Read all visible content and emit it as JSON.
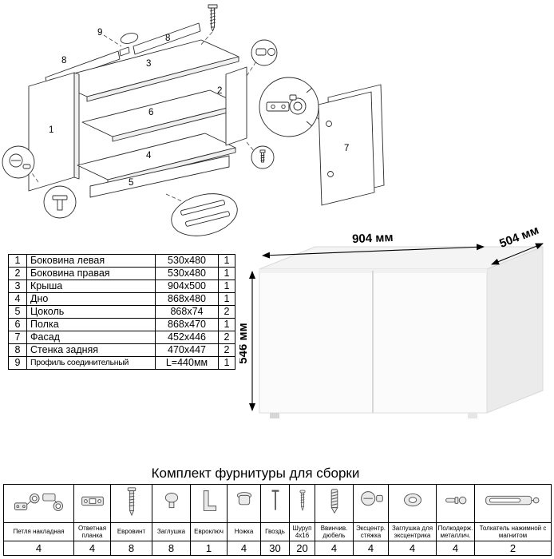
{
  "exploded": {
    "labels": {
      "l1": "1",
      "l2": "2",
      "l3": "3",
      "l4": "4",
      "l5": "5",
      "l6": "6",
      "l7": "7",
      "l8a": "8",
      "l8b": "8",
      "l9": "9"
    }
  },
  "parts_table": {
    "rows": [
      {
        "num": "1",
        "name": "Боковина левая",
        "size": "530x480",
        "qty": "1"
      },
      {
        "num": "2",
        "name": "Боковина правая",
        "size": "530x480",
        "qty": "1"
      },
      {
        "num": "3",
        "name": "Крыша",
        "size": "904x500",
        "qty": "1"
      },
      {
        "num": "4",
        "name": "Дно",
        "size": "868x480",
        "qty": "1"
      },
      {
        "num": "5",
        "name": "Цоколь",
        "size": "868x74",
        "qty": "2"
      },
      {
        "num": "6",
        "name": "Полка",
        "size": "868x470",
        "qty": "1"
      },
      {
        "num": "7",
        "name": "Фасад",
        "size": "452x446",
        "qty": "2"
      },
      {
        "num": "8",
        "name": "Стенка задняя",
        "size": "470x447",
        "qty": "2"
      },
      {
        "num": "9",
        "name": "Профиль соединительный",
        "size": "L=440мм",
        "qty": "1"
      }
    ]
  },
  "cabinet": {
    "width_label": "904 мм",
    "depth_label": "504 мм",
    "height_label": "546 мм"
  },
  "hardware": {
    "title": "Комплект фурнитуры для сборки",
    "items": [
      {
        "name": "Петля накладная",
        "qty": "4",
        "icon": "hinge-icon"
      },
      {
        "name": "Ответная планка",
        "qty": "4",
        "icon": "plate-icon"
      },
      {
        "name": "Евровинт",
        "qty": "8",
        "icon": "euroscrew-icon"
      },
      {
        "name": "Заглушка",
        "qty": "8",
        "icon": "cap-icon"
      },
      {
        "name": "Евроключ",
        "qty": "1",
        "icon": "hexkey-icon"
      },
      {
        "name": "Ножка",
        "qty": "4",
        "icon": "leg-icon"
      },
      {
        "name": "Гвоздь",
        "qty": "30",
        "icon": "nail-icon"
      },
      {
        "name": "Шуруп 4x16",
        "qty": "20",
        "icon": "screw-icon"
      },
      {
        "name": "Ввинчив. дюбель",
        "qty": "4",
        "icon": "dowel-icon"
      },
      {
        "name": "Эксцентр. стяжка",
        "qty": "4",
        "icon": "camlock-icon"
      },
      {
        "name": "Заглушка для эксцентрика",
        "qty": "4",
        "icon": "cam-cap-icon"
      },
      {
        "name": "Полкодерж. металлич.",
        "qty": "4",
        "icon": "shelf-pin-icon"
      },
      {
        "name": "Толкатель нажимной с магнитом",
        "qty": "2",
        "icon": "push-latch-icon"
      }
    ]
  }
}
